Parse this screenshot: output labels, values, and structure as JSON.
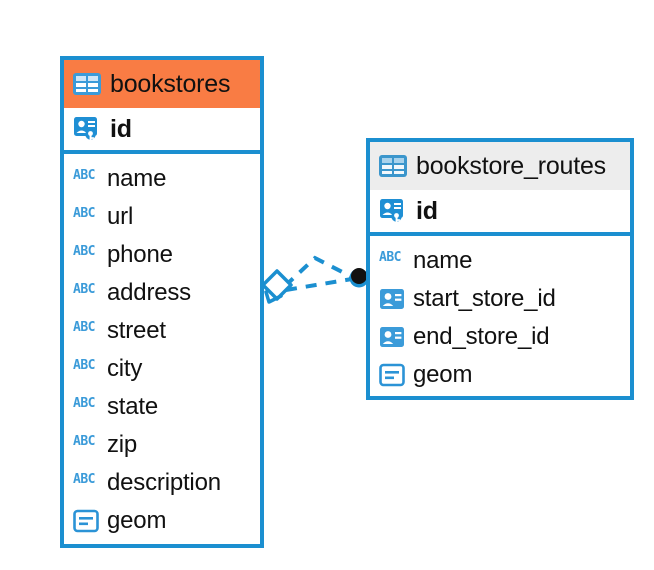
{
  "diagram": {
    "type": "entity-relationship-diagram",
    "background": "#ffffff",
    "colors": {
      "border": "#1b8fd0",
      "header_accent": "#f97c44",
      "header_neutral": "#ededed",
      "icon_blue": "#3b9bd9",
      "text": "#111111",
      "connector": "#1b8fd0",
      "connector_endpoint": "#121212"
    }
  },
  "entities": [
    {
      "id": "bookstores",
      "title": "bookstores",
      "header_icon": "table-icon",
      "header_style": "accent",
      "primary_key": {
        "label": "id",
        "icon": "primary-key-icon"
      },
      "fields": [
        {
          "label": "name",
          "icon": "abc-icon",
          "icon_text": "ABC"
        },
        {
          "label": "url",
          "icon": "abc-icon",
          "icon_text": "ABC"
        },
        {
          "label": "phone",
          "icon": "abc-icon",
          "icon_text": "ABC"
        },
        {
          "label": "address",
          "icon": "abc-icon",
          "icon_text": "ABC"
        },
        {
          "label": "street",
          "icon": "abc-icon",
          "icon_text": "ABC"
        },
        {
          "label": "city",
          "icon": "abc-icon",
          "icon_text": "ABC"
        },
        {
          "label": "state",
          "icon": "abc-icon",
          "icon_text": "ABC"
        },
        {
          "label": "zip",
          "icon": "abc-icon",
          "icon_text": "ABC"
        },
        {
          "label": "description",
          "icon": "abc-icon",
          "icon_text": "ABC"
        },
        {
          "label": "geom",
          "icon": "geometry-icon"
        }
      ]
    },
    {
      "id": "bookstore_routes",
      "title": "bookstore_routes",
      "header_icon": "table-icon",
      "header_style": "neutral",
      "primary_key": {
        "label": "id",
        "icon": "primary-key-icon"
      },
      "fields": [
        {
          "label": "name",
          "icon": "abc-icon",
          "icon_text": "ABC"
        },
        {
          "label": "start_store_id",
          "icon": "foreign-key-icon"
        },
        {
          "label": "end_store_id",
          "icon": "foreign-key-icon"
        },
        {
          "label": "geom",
          "icon": "geometry-icon"
        }
      ]
    }
  ],
  "relationship": {
    "name": "bookstores-to-bookstore-routes",
    "from": "bookstores",
    "to": "bookstore_routes",
    "line_style": "dashed",
    "source_marker": "diamond",
    "target_marker": "filled-circle",
    "branch_count": 2
  }
}
